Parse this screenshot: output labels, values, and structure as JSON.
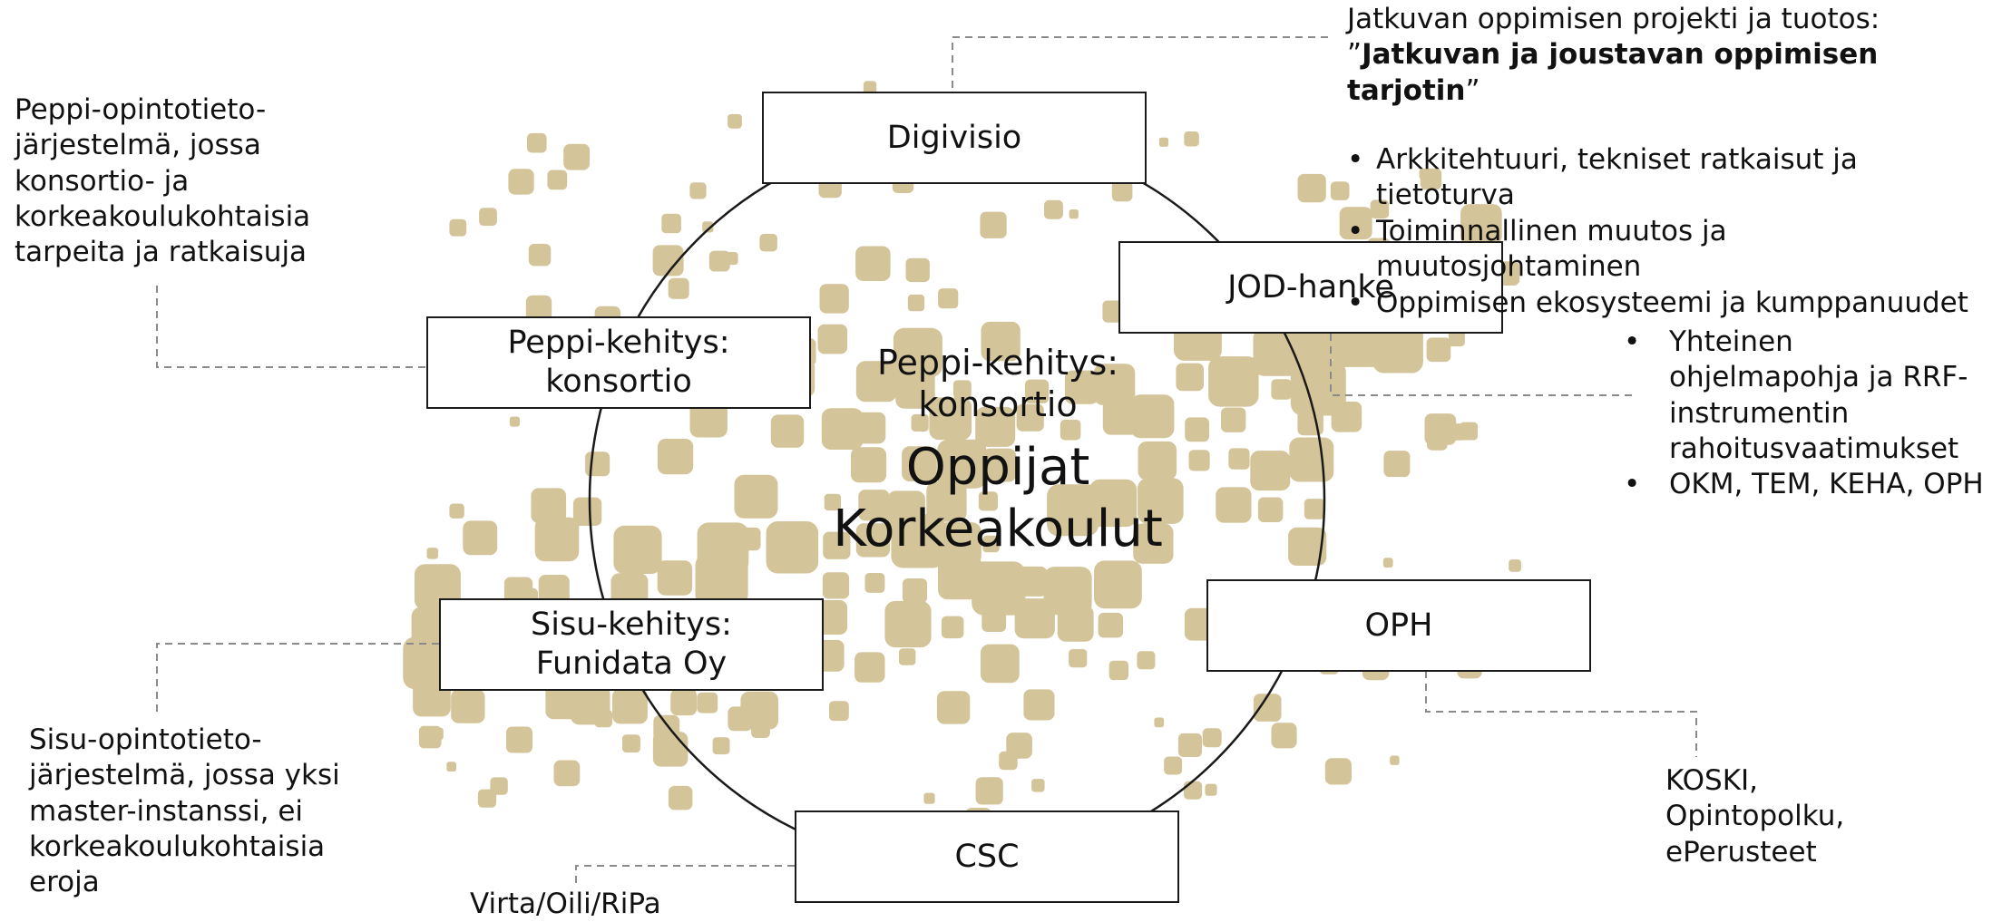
{
  "colors": {
    "accent_beige": "#d4c49a",
    "line": "#1a1a1a",
    "dashed_line": "#8a8a8a"
  },
  "center": {
    "title_line1": "Peppi-kehitys:",
    "title_line2": "konsortio",
    "main_line1": "Oppijat",
    "main_line2": "Korkeakoulut"
  },
  "boxes": {
    "digivisio": "Digivisio",
    "jod": "JOD-hanke",
    "oph": "OPH",
    "csc": "CSC",
    "sisu_line1": "Sisu-kehitys:",
    "sisu_line2": "Funidata Oy",
    "peppi_line1": "Peppi-kehitys:",
    "peppi_line2": "konsortio"
  },
  "notes": {
    "digivisio": {
      "intro": "Jatkuvan oppimisen projekti ja tuotos:",
      "quote_open": "”",
      "quote_bold": "Jatkuvan ja joustavan oppimisen tarjotin",
      "quote_close": "”",
      "bullets": [
        "Arkkitehtuuri, tekniset ratkaisut ja tietoturva",
        "Toiminnallinen muutos ja muutosjohtaminen",
        "Oppimisen ekosysteemi ja kumppanuudet"
      ]
    },
    "jod": {
      "bullets": [
        "Yhteinen ohjelmapohja ja RRF-instrumentin rahoitusvaatimukset",
        "OKM, TEM, KEHA, OPH"
      ]
    },
    "peppi": {
      "text": "Peppi-opintotieto-järjestelmä, jossa konsortio- ja korkeakoulukohtaisia tarpeita ja ratkaisuja"
    },
    "sisu": {
      "text": "Sisu-opintotieto-järjestelmä, jossa yksi master-instanssi, ei korkeakoulukohtaisia eroja"
    },
    "oph": {
      "text": "KOSKI, Opintopolku, ePerusteet"
    },
    "csc": {
      "text": "Virta/Oili/RiPa"
    }
  }
}
